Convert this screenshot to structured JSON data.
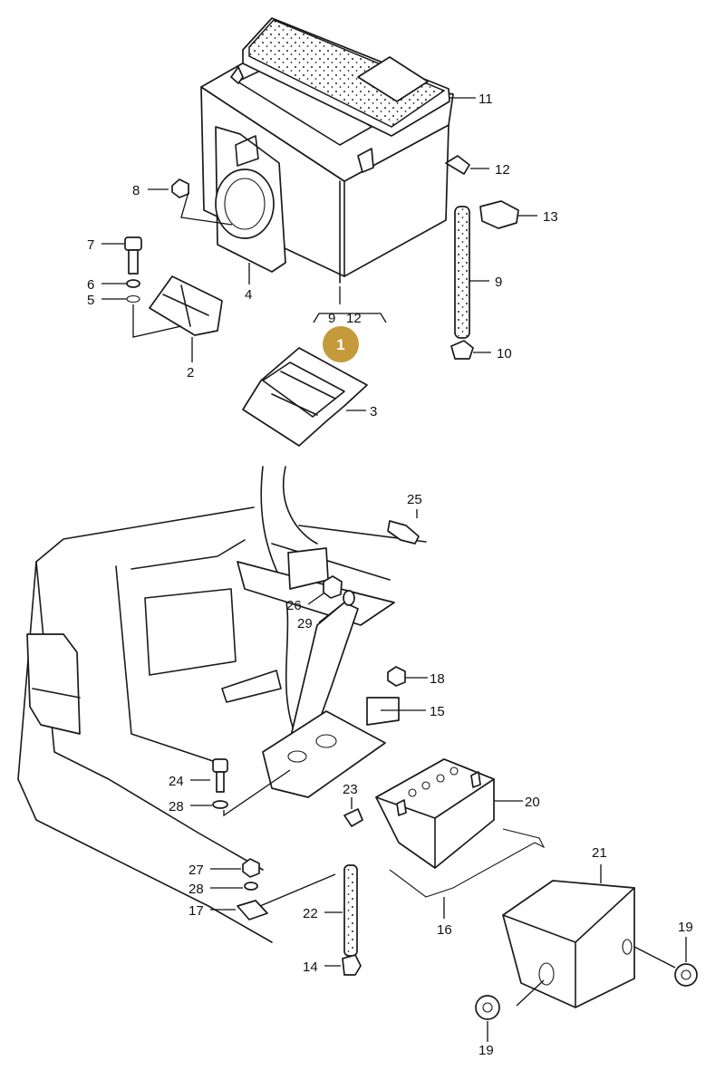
{
  "callouts": {
    "n1": "1",
    "n2": "2",
    "n3": "3",
    "n4": "4",
    "n5": "5",
    "n6": "6",
    "n7": "7",
    "n8": "8",
    "n9": "9",
    "n10": "10",
    "n11": "11",
    "n12": "12",
    "n13": "13",
    "n9b": "9",
    "n12b": "12",
    "n14": "14",
    "n15": "15",
    "n16": "16",
    "n17": "17",
    "n18": "18",
    "n19a": "19",
    "n19b": "19",
    "n20": "20",
    "n21": "21",
    "n22": "22",
    "n23": "23",
    "n24": "24",
    "n25": "25",
    "n26": "26",
    "n27": "27",
    "n28a": "28",
    "n28b": "28",
    "n29": "29"
  },
  "badge": {
    "label": "1",
    "color": "#c49a3a"
  }
}
